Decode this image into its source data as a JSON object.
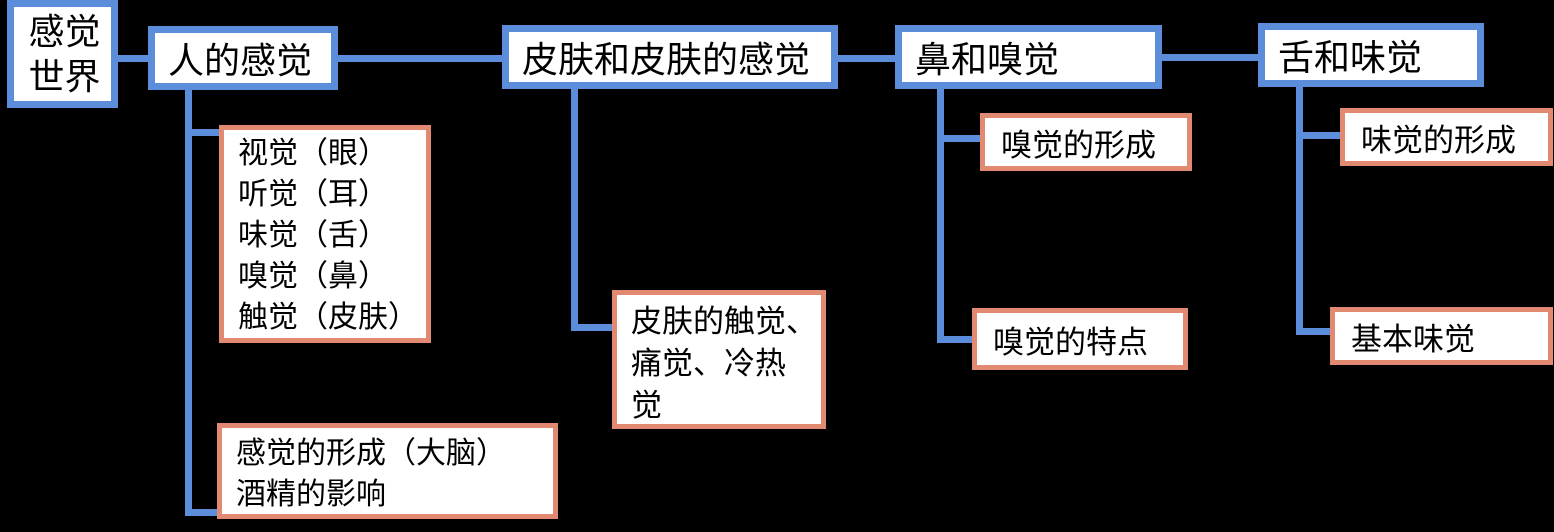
{
  "colors": {
    "background": "#000000",
    "parent_border_blue": "#5B8DDB",
    "child_border_salmon": "#E28A71",
    "box_fill": "#FFFFFF",
    "text": "#000000"
  },
  "diagram": {
    "root": {
      "lines": [
        "感觉",
        "世界"
      ]
    },
    "branches": [
      {
        "label": "人的感觉",
        "children": [
          {
            "lines": [
              "视觉（眼）",
              "听觉（耳）",
              "味觉（舌）",
              "嗅觉（鼻）",
              "触觉（皮肤）"
            ]
          },
          {
            "lines": [
              "感觉的形成（大脑）",
              "酒精的影响"
            ]
          }
        ]
      },
      {
        "label": "皮肤和皮肤的感觉",
        "children": [
          {
            "lines": [
              "皮肤的触觉、",
              "痛觉、冷热",
              "觉"
            ]
          }
        ]
      },
      {
        "label": "鼻和嗅觉",
        "children": [
          {
            "lines": [
              "嗅觉的形成"
            ]
          },
          {
            "lines": [
              "嗅觉的特点"
            ]
          }
        ]
      },
      {
        "label": "舌和味觉",
        "children": [
          {
            "lines": [
              "味觉的形成"
            ]
          },
          {
            "lines": [
              "基本味觉"
            ]
          }
        ]
      }
    ]
  }
}
